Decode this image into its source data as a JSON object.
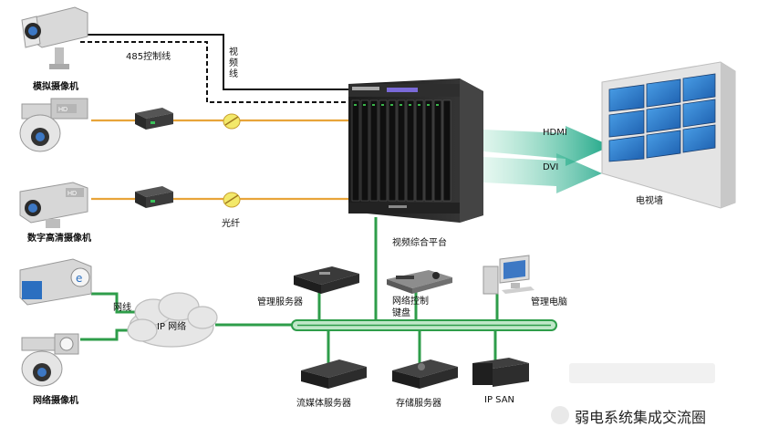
{
  "labels": {
    "analog_camera": "模拟摄像机",
    "control_line": "485控制线",
    "video_line": "视频线",
    "digital_hd_camera": "数字高清摄像机",
    "fiber": "光纤",
    "platform": "视频综合平台",
    "hdmi": "HDMI",
    "dvi": "DVI",
    "video_wall": "电视墙",
    "network_cable": "网线",
    "ip_network": "IP 网络",
    "management_server": "管理服务器",
    "network_keyboard": "网络控制键盘",
    "management_pc": "管理电脑",
    "network_camera": "网络摄像机",
    "streaming_server": "流媒体服务器",
    "storage_server": "存储服务器",
    "ip_san": "IP SAN",
    "hd_badge": "HD"
  },
  "watermark": {
    "text": "弱电系统集成交流圈"
  },
  "colors": {
    "green_line": "#2e9d4a",
    "fiber": "#e8a43a",
    "arrow": "#1aa58a",
    "screen": "#2a7ccc"
  }
}
